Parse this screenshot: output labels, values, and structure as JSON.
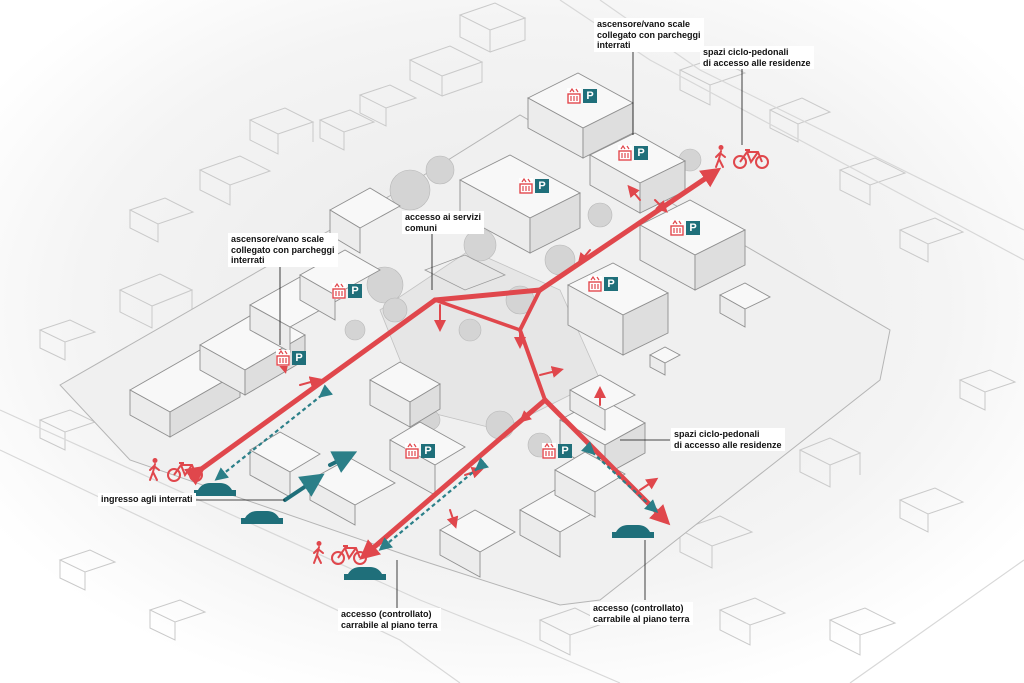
{
  "labels": {
    "lift_top": "ascensore/vano scale\ncollegato con parcheggi\ninterrati",
    "lift_left": "ascensore/vano scale\ncollegato con parcheggi\ninterrati",
    "bike_ped_top": "spazi ciclo-pedonali\ndi accesso alle residenze",
    "bike_ped_right": "spazi ciclo-pedonali\ndi accesso alle residenze",
    "common_services": "accesso ai servizi\ncomuni",
    "underground_entry": "ingresso agli interrati",
    "vehicle_access_bottom": "accesso (controllato)\ncarrabile al piano terra",
    "vehicle_access_right": "accesso (controllato)\ncarrabile al piano terra"
  },
  "icons": {
    "parking_letter": "P"
  },
  "colors": {
    "path_red": "#e0474c",
    "teal": "#1f6f7a",
    "dashed_teal": "#2b7f88",
    "ground": "#f2f2f2",
    "building": "#f7f7f7",
    "outline": "#9a9a9a"
  }
}
